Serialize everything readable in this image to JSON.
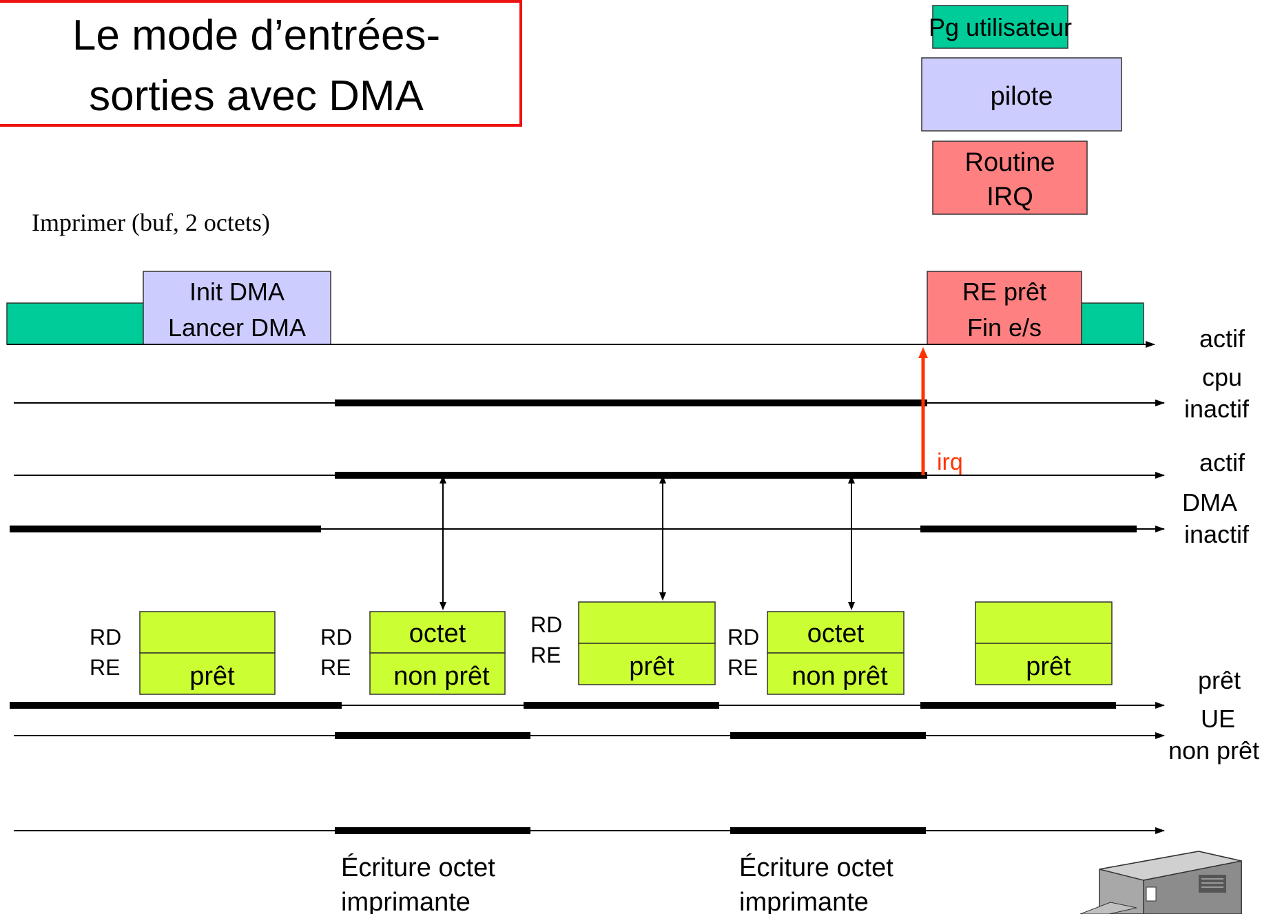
{
  "title": {
    "line1": "Le mode d’entrées-",
    "line2": "sorties avec DMA"
  },
  "legend": {
    "user_program": "Pg utilisateur",
    "driver": "pilote",
    "irq_routine_line1": "Routine",
    "irq_routine_line2": "IRQ"
  },
  "call_label": "Imprimer (buf, 2 octets)",
  "cpu_blocks": {
    "init_line1": "Init DMA",
    "init_line2": "Lancer DMA",
    "end_line1": "RE prêt",
    "end_line2": "Fin e/s"
  },
  "axes": {
    "cpu_active": "actif",
    "cpu": "cpu",
    "cpu_inactive": "inactif",
    "dma_active": "actif",
    "dma": "DMA",
    "dma_inactive": "inactif",
    "ue_ready": "prêt",
    "ue": "UE",
    "ue_not_ready": "non prêt"
  },
  "irq_label": "irq",
  "registers": [
    {
      "rd": "RD",
      "re": "RE",
      "data": "",
      "status": "prêt"
    },
    {
      "rd": "RD",
      "re": "RE",
      "data": "octet",
      "status": "non prêt"
    },
    {
      "rd": "RD",
      "re": "RE",
      "data": "",
      "status": "prêt"
    },
    {
      "rd": "RD",
      "re": "RE",
      "data": "octet",
      "status": "non prêt"
    },
    {
      "rd": "",
      "re": "",
      "data": "",
      "status": "prêt"
    }
  ],
  "writes": [
    {
      "line1": "Écriture octet",
      "line2": "imprimante"
    },
    {
      "line1": "Écriture octet",
      "line2": "imprimante"
    }
  ],
  "colors": {
    "user_program": "#00cc99",
    "driver": "#ccccff",
    "irq_routine": "#ff8080",
    "register": "#ccff33",
    "title_border": "#ee1111",
    "irq_arrow": "#ff3300"
  },
  "icons": {
    "printer": "printer-icon"
  }
}
